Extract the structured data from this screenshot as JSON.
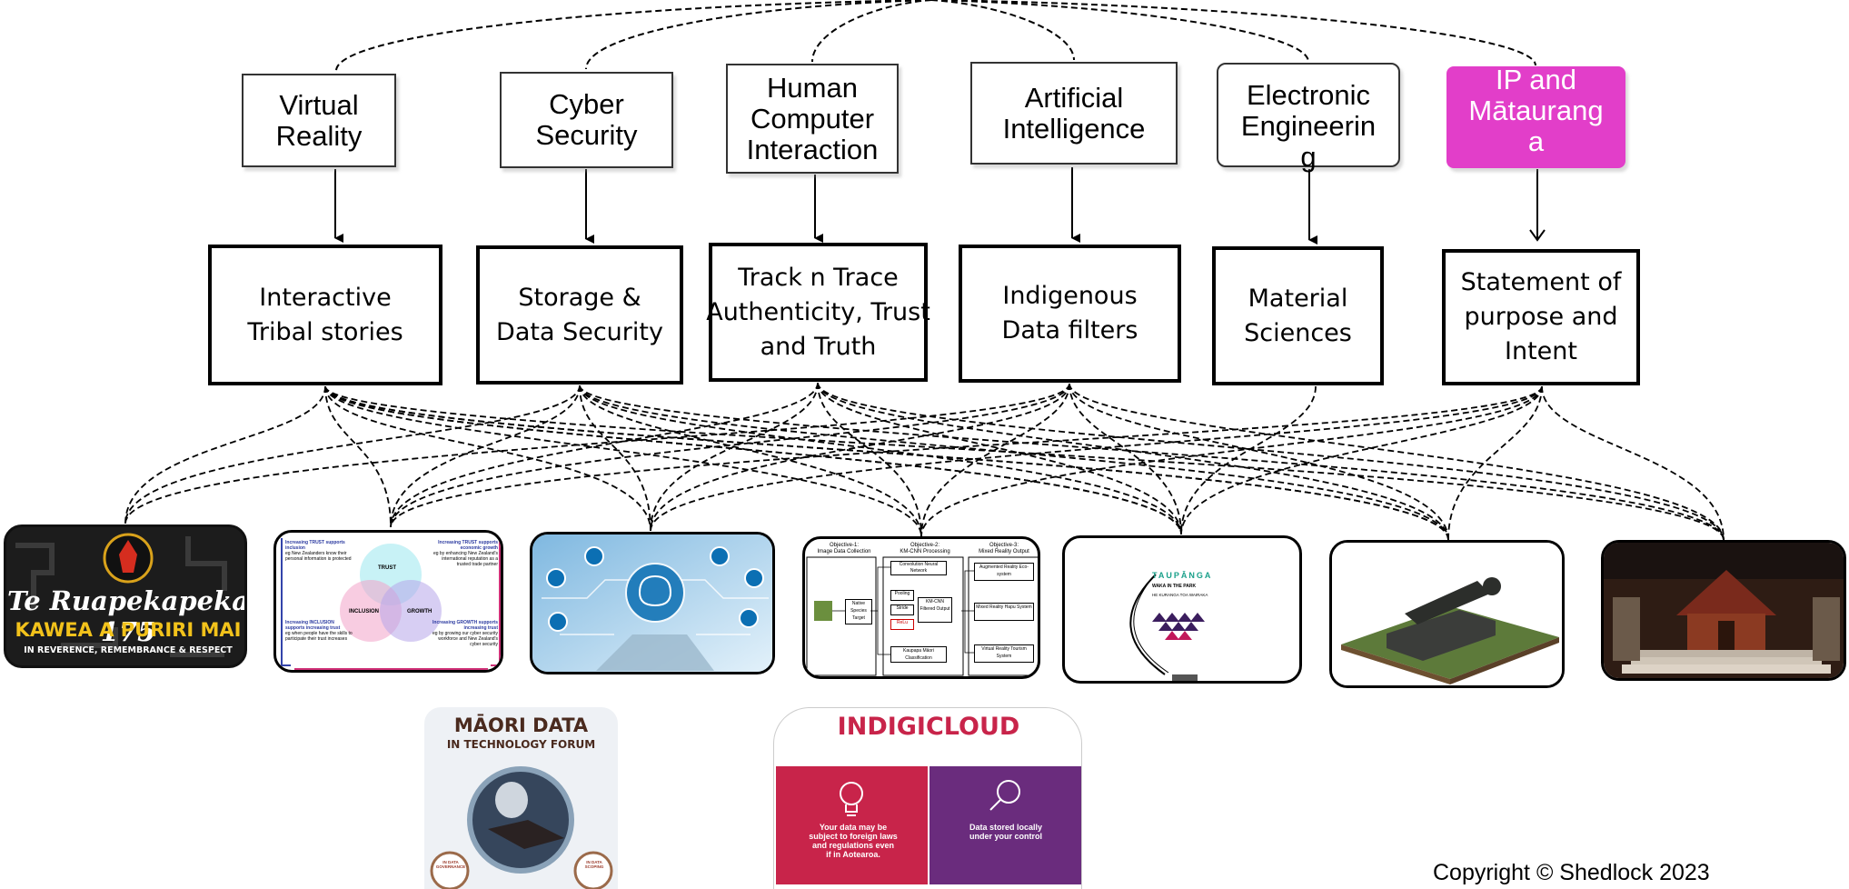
{
  "top_boxes": [
    {
      "id": "vr",
      "label": "Virtual\nReality"
    },
    {
      "id": "cyber",
      "label": "Cyber\nSecurity"
    },
    {
      "id": "hci",
      "label": "Human\nComputer\nInteraction"
    },
    {
      "id": "ai",
      "label": "Artificial\nIntelligence"
    },
    {
      "id": "ee",
      "label": "Electronic\nEngineerin\ng"
    },
    {
      "id": "ip",
      "label": "IP and\nMātaurang\na"
    }
  ],
  "mid_boxes": [
    {
      "id": "tribal",
      "label": "Interactive\nTribal stories"
    },
    {
      "id": "storage",
      "label": "Storage &\nData Security"
    },
    {
      "id": "track",
      "label": "Track n Trace\nAuthenticity, Trust\nand Truth"
    },
    {
      "id": "filters",
      "label": "Indigenous\nData filters"
    },
    {
      "id": "material",
      "label": "Material\nSciences"
    },
    {
      "id": "purpose",
      "label": "Statement of\npurpose and\nIntent"
    }
  ],
  "tiles": {
    "ruapekapeka": {
      "title": "Te Ruapekapeka 175",
      "subtitle": "KAWEA A PURIRI MAI",
      "caption": "IN REVERENCE, REMEMBRANCE & RESPECT"
    },
    "venn": {
      "circles": [
        "TRUST",
        "INCLUSION",
        "GROWTH"
      ],
      "tl_head": "Increasing TRUST supports inclusion",
      "tl_body": "eg New Zealanders know their personal information is protected",
      "tr_head": "Increasing TRUST supports economic growth",
      "tr_body": "eg by enhancing New Zealand's international reputation as a trusted trade partner",
      "bl_head": "Increasing INCLUSION supports increasing trust",
      "bl_body": "eg when people have the skills to participate their trust increases",
      "br_head": "Increasing GROWTH supports increasing trust",
      "br_body": "eg by growing our cyber security workforce and New Zealand's cyber security"
    },
    "flow": {
      "obj1": "Objective-1:",
      "obj1_sub": "Image Data Collection",
      "obj2": "Objective-2:",
      "obj2_sub": "KM-CNN Processing",
      "obj3": "Objective-3:",
      "obj3_sub": "Mixed Reality Output",
      "native": "Native Species Target",
      "conv": "Convolution Neural Network",
      "pool": "Pooling",
      "stride": "Stride",
      "relu": "ReLu",
      "kmcnn": "KM-CNN Filtered Output",
      "kaupapa": "Kaupapa Māori Classification",
      "ar": "Augmented Reality Eco-system",
      "mr": "Mixed Reality Hapu System",
      "vrt": "Virtual Reality Tourism System"
    },
    "taupanga": {
      "title": "TAUPĀNGA",
      "line1": "WAKA IN THE PARK",
      "line2": "HE KURANGA TOA WAIRAKA"
    },
    "maori_forum": {
      "line1": "MĀORI DATA",
      "line2": "IN TECHNOLOGY FORUM",
      "left_badge": "IN DATA GOVERNANCE",
      "right_badge": "IN DATA SCOPING"
    },
    "indigicloud": {
      "title": "INDIGICLOUD",
      "left_text": "Your data may be subject to foreign laws and regulations even if in Aotearoa.",
      "right_text": "Data stored locally under your control"
    }
  },
  "copyright": "Copyright © Shedlock 2023",
  "colors": {
    "ip_box": "#e23ec9",
    "indigicloud_red": "#c8244a",
    "indigicloud_purple": "#6a2c7d",
    "indigicloud_title": "#c8244a"
  }
}
